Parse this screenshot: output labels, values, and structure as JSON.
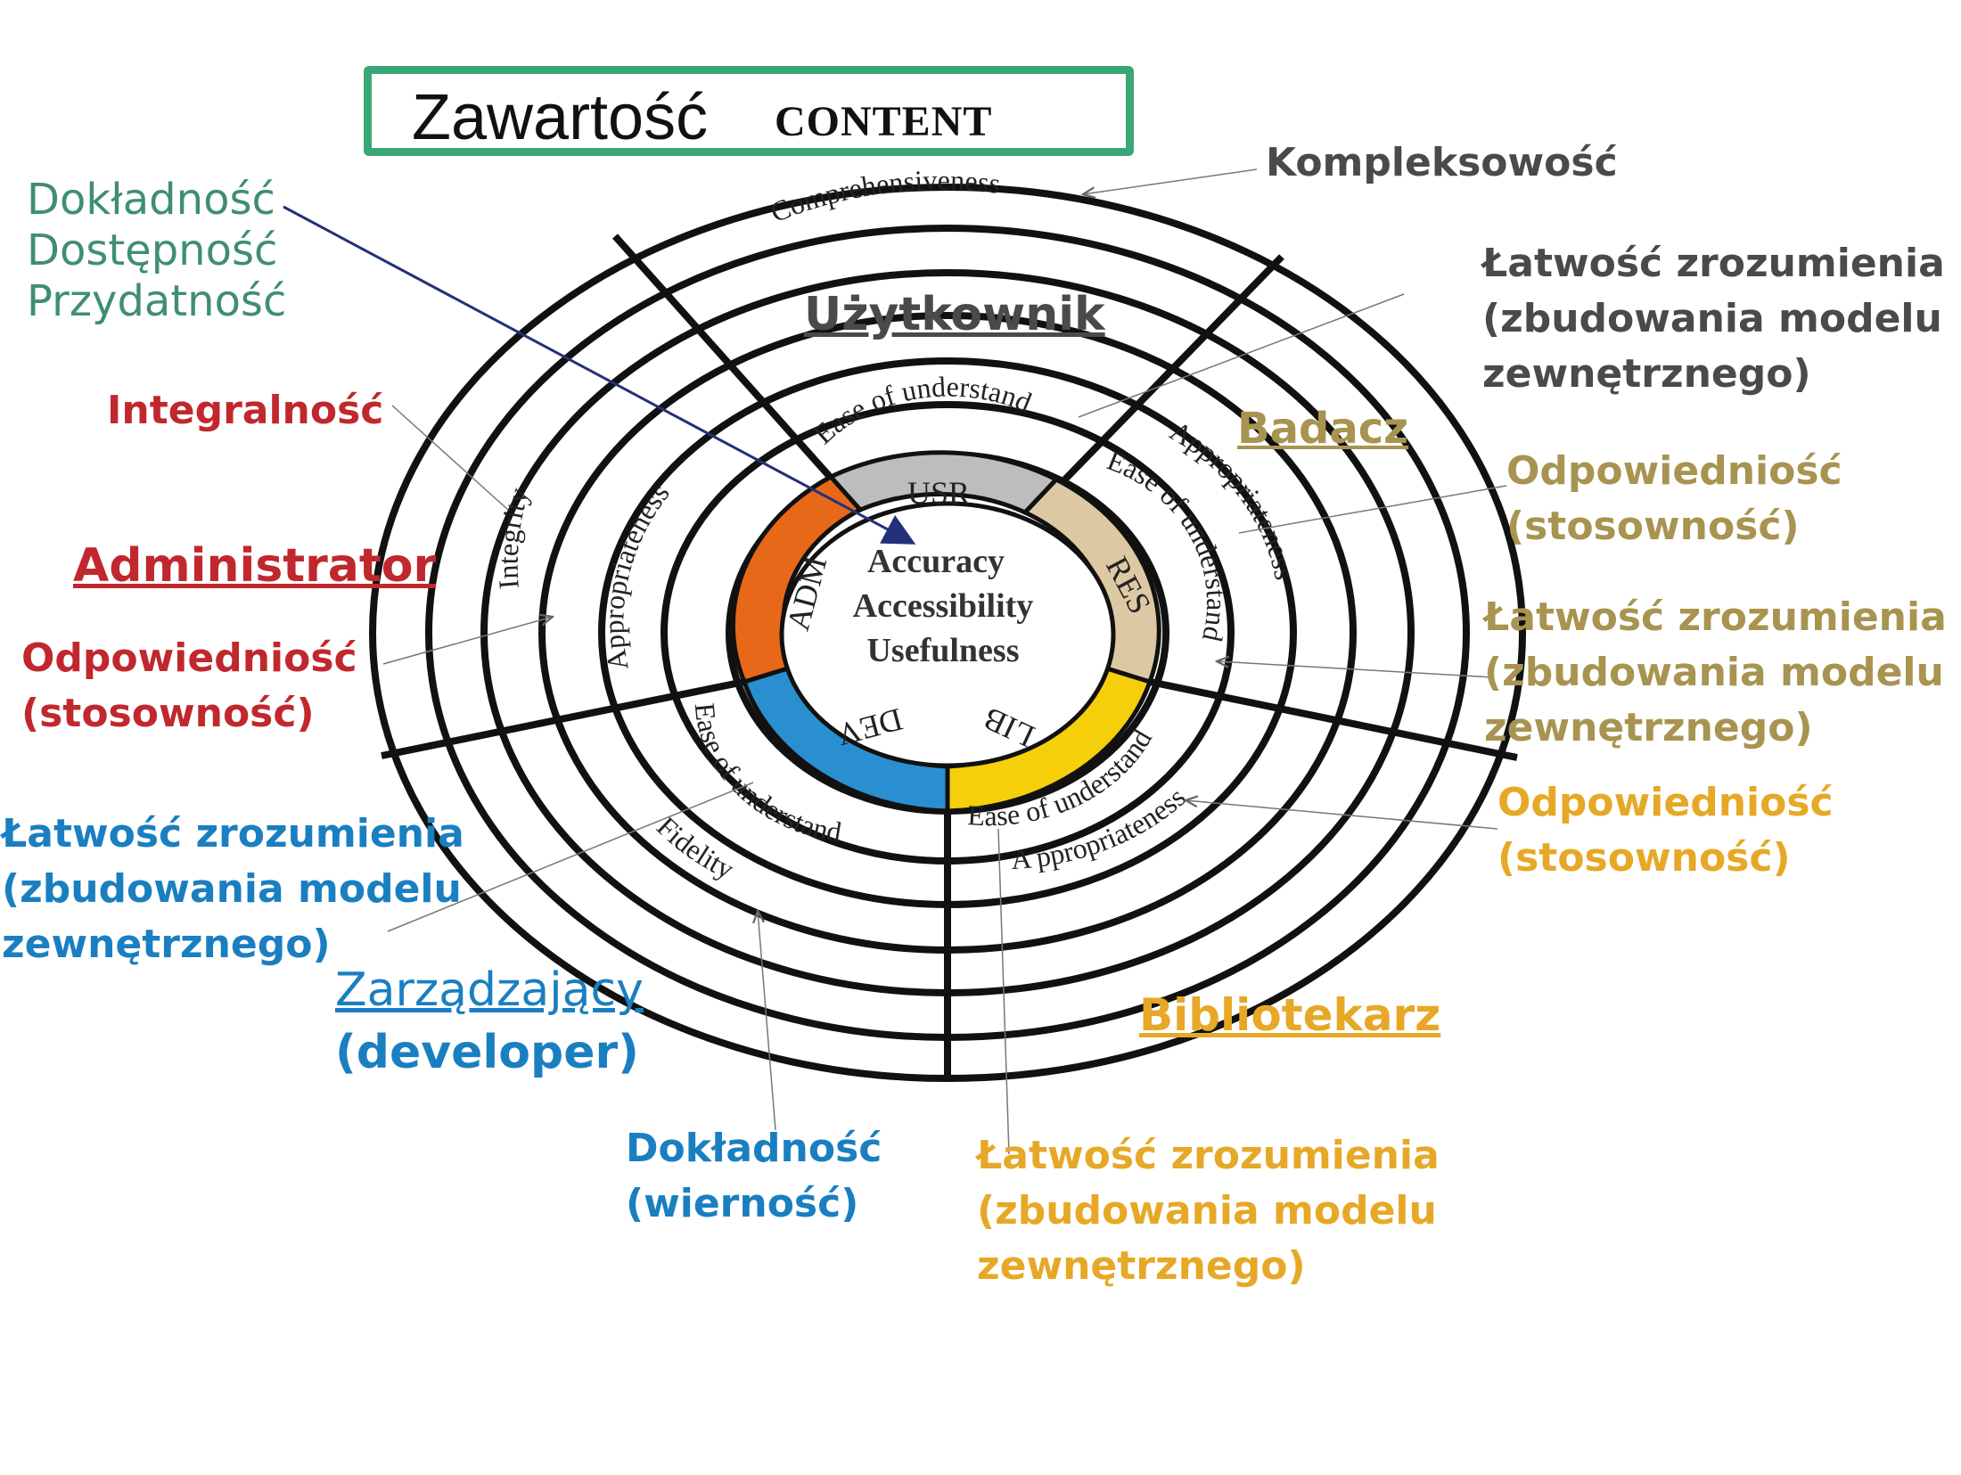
{
  "title": {
    "main": "Zawartość",
    "sub": "CONTENT"
  },
  "colors": {
    "green": "#3f8f6f",
    "red": "#c0282e",
    "blue": "#1a7fc1",
    "tan": "#a89450",
    "gold": "#e6a826",
    "gray": "#4a4a4a",
    "adm": "#e8681a",
    "usr": "#bdbdbd",
    "res": "#dcc9a4",
    "lib": "#f5cf0a",
    "dev": "#2a8fd0",
    "arrow": "#23307a"
  },
  "labels": {
    "top_left": [
      "Dokładność",
      "Dostępność",
      "Przydatność"
    ],
    "kompleksowosc": "Kompleksowość",
    "usr_right": [
      "Łatwość zrozumienia",
      "(zbudowania modelu",
      "zewnętrznego)"
    ],
    "uzytkownik": "Użytkownik",
    "badacz": "Badacz",
    "res_odp": [
      "Odpowiedniość",
      "(stosowność)"
    ],
    "res_lat": [
      "Łatwość zrozumienia",
      "(zbudowania modelu",
      "zewnętrznego)"
    ],
    "integralnosc": "Integralność",
    "administrator": "Administrator",
    "adm_odp": [
      "Odpowiedniość",
      "(stosowność)"
    ],
    "lib_odp": [
      "Odpowiedniość",
      "(stosowność)"
    ],
    "dev_lat": [
      "Łatwość zrozumienia",
      "(zbudowania modelu",
      "zewnętrznego)"
    ],
    "zarzadzajacy": "Zarządzający",
    "developer": "(developer)",
    "bibliotekarz": "Bibliotekarz",
    "dev_dok": [
      "Dokładność",
      "(wierność)"
    ],
    "lib_lat": [
      "Łatwość zrozumienia",
      "(zbudowania modelu",
      "zewnętrznego)"
    ]
  },
  "diagram": {
    "center": [
      "Accuracy",
      "Accessibility",
      "Usefulness"
    ],
    "segments": {
      "adm": "ADM",
      "usr": "USR",
      "res": "RES",
      "lib": "LIB",
      "dev": "DEV"
    },
    "rings": {
      "comprehensiveness": "Comprehensiveness",
      "usr_ease": "Ease of understand",
      "res_ease": "Ease of understand",
      "res_appr": "Appropriateness",
      "adm_appr": "Appropriateness",
      "adm_integrity": "Integrity",
      "dev_ease": "Ease of understand",
      "dev_fidelity": "Fidelity",
      "lib_ease": "Ease of understand",
      "lib_appr": "A ppropriateness"
    }
  }
}
